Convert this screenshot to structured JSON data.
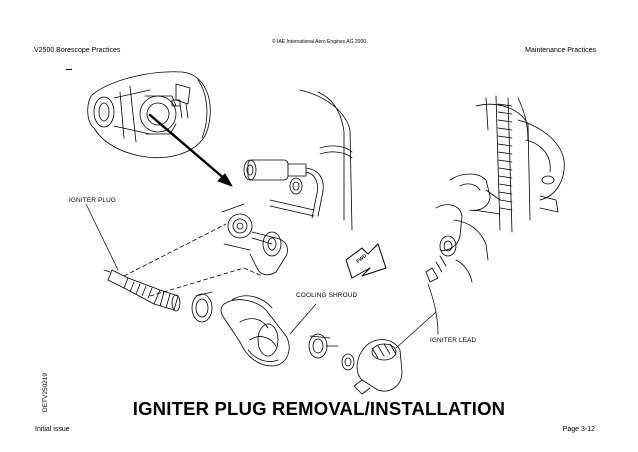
{
  "header": {
    "copyright": "© IAE International Aero Engines AG 2000",
    "left": "V2500 Borescope Practices",
    "right": "Maintenance Practices"
  },
  "figure": {
    "callouts": {
      "igniter_plug": "IGNITER PLUG",
      "cooling_shroud": "COOLING SHROUD",
      "igniter_lead": "IGNITER LEAD"
    },
    "figure_id": "DETV250219",
    "fwd_label": "FWD"
  },
  "title": "IGNITER PLUG REMOVAL/INSTALLATION",
  "footer": {
    "left": "Initial issue",
    "right": "Page 3-12"
  }
}
